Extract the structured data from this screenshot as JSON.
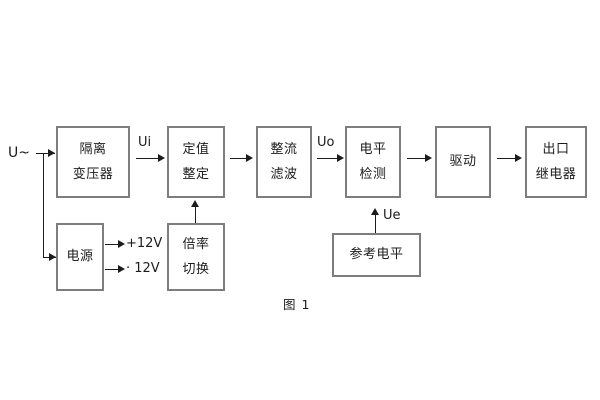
{
  "figure": {
    "caption": "图 1",
    "input_label": "U~",
    "blocks": [
      {
        "id": "isolation-transformer",
        "lines": [
          "隔离",
          "变压器"
        ]
      },
      {
        "id": "setting-value",
        "lines": [
          "定值",
          "整定"
        ]
      },
      {
        "id": "rectify-filter",
        "lines": [
          "整流",
          "滤波"
        ]
      },
      {
        "id": "level-detect",
        "lines": [
          "电平",
          "检测"
        ]
      },
      {
        "id": "drive",
        "lines": [
          "驱动"
        ]
      },
      {
        "id": "output-relay",
        "lines": [
          "出口",
          "继电器"
        ]
      },
      {
        "id": "power-supply",
        "lines": [
          "电源"
        ]
      },
      {
        "id": "multiplier-switch",
        "lines": [
          "倍率",
          "切换"
        ]
      },
      {
        "id": "reference-level",
        "lines": [
          "参考电平"
        ]
      }
    ],
    "signals": [
      {
        "id": "ui",
        "label": "Ui"
      },
      {
        "id": "uo",
        "label": "Uo"
      },
      {
        "id": "ue",
        "label": "Ue"
      }
    ],
    "rails": [
      {
        "id": "positive-12v",
        "label": "+12V"
      },
      {
        "id": "negative-12v",
        "label": "· 12V"
      }
    ],
    "colors": {
      "block_border": "#7d7d7d",
      "wire": "#1c1c1c",
      "text": "#1c1c1c",
      "background": "#ffffff"
    }
  }
}
